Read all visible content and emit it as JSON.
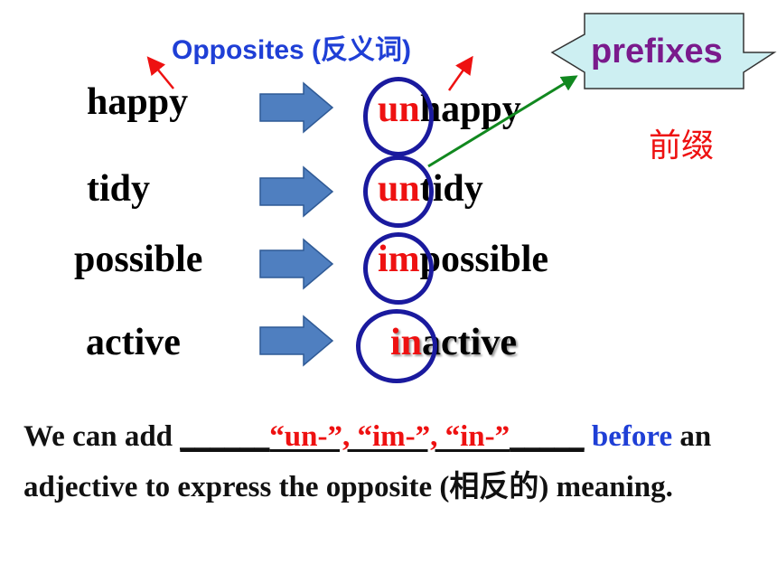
{
  "title": "Opposites (反义词)",
  "pairs": [
    {
      "base": "happy",
      "prefix": "un",
      "rest": "happy"
    },
    {
      "base": "tidy",
      "prefix": "un",
      "rest": "tidy"
    },
    {
      "base": "possible",
      "prefix": "im",
      "rest": "possible"
    },
    {
      "base": "active",
      "prefix": "in",
      "rest": "active"
    }
  ],
  "callout": {
    "label": "prefixes",
    "chinese": "前缀"
  },
  "sentence": {
    "part1": "We can add ",
    "blank_lead": "______",
    "answer": "“un-”, “im-”, “in-”",
    "blank_tail": "_____",
    "part2": " ",
    "before_word": "before",
    "part3": " an adjective to express the opposite (相反的) meaning."
  },
  "colors": {
    "title": "#1f3fd6",
    "prefix": "#ee1111",
    "circle": "#1a1a9e",
    "arrow_fill": "#4f7fc0",
    "callout_fill": "#cdeff2",
    "callout_text": "#7a1a8c",
    "green_arrow": "#11881f"
  }
}
